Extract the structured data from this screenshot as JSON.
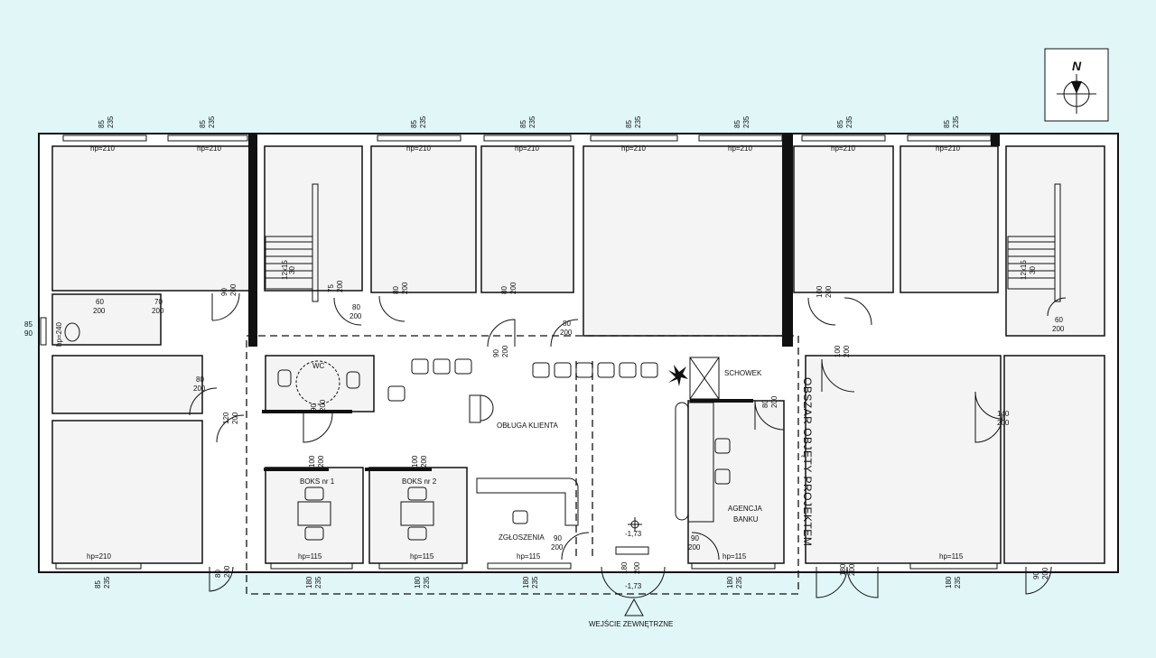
{
  "compass": {
    "north_label": "N"
  },
  "rooms": {
    "wc": "WC",
    "schowek": "SCHOWEK",
    "obsluga": "OBŁUGA KLIENTA",
    "boks1": "BOKS nr 1",
    "boks2": "BOKS nr 2",
    "zgloszenia": "ZGŁOSZENIA",
    "agencja_1": "AGENCJA",
    "agencja_2": "BANKU",
    "obszar": "OBSZAR OBJĘTY PROJEKTEM"
  },
  "entrance": {
    "label": "WEJŚCIE ZEWNĘTRZNE",
    "level_top": "-1,73",
    "level_bottom": "-1,73"
  },
  "dims": {
    "w85": "85",
    "w235": "235",
    "w90": "90",
    "w200": "200",
    "w210": "hp=210",
    "w115": "hp=115",
    "w180": "180",
    "w80": "80",
    "w75": "75",
    "w60": "60",
    "w70": "70",
    "w100": "100",
    "w120": "120",
    "w140": "140",
    "hp240": "hp=240",
    "stair": "12x15",
    "stair30": "30"
  }
}
